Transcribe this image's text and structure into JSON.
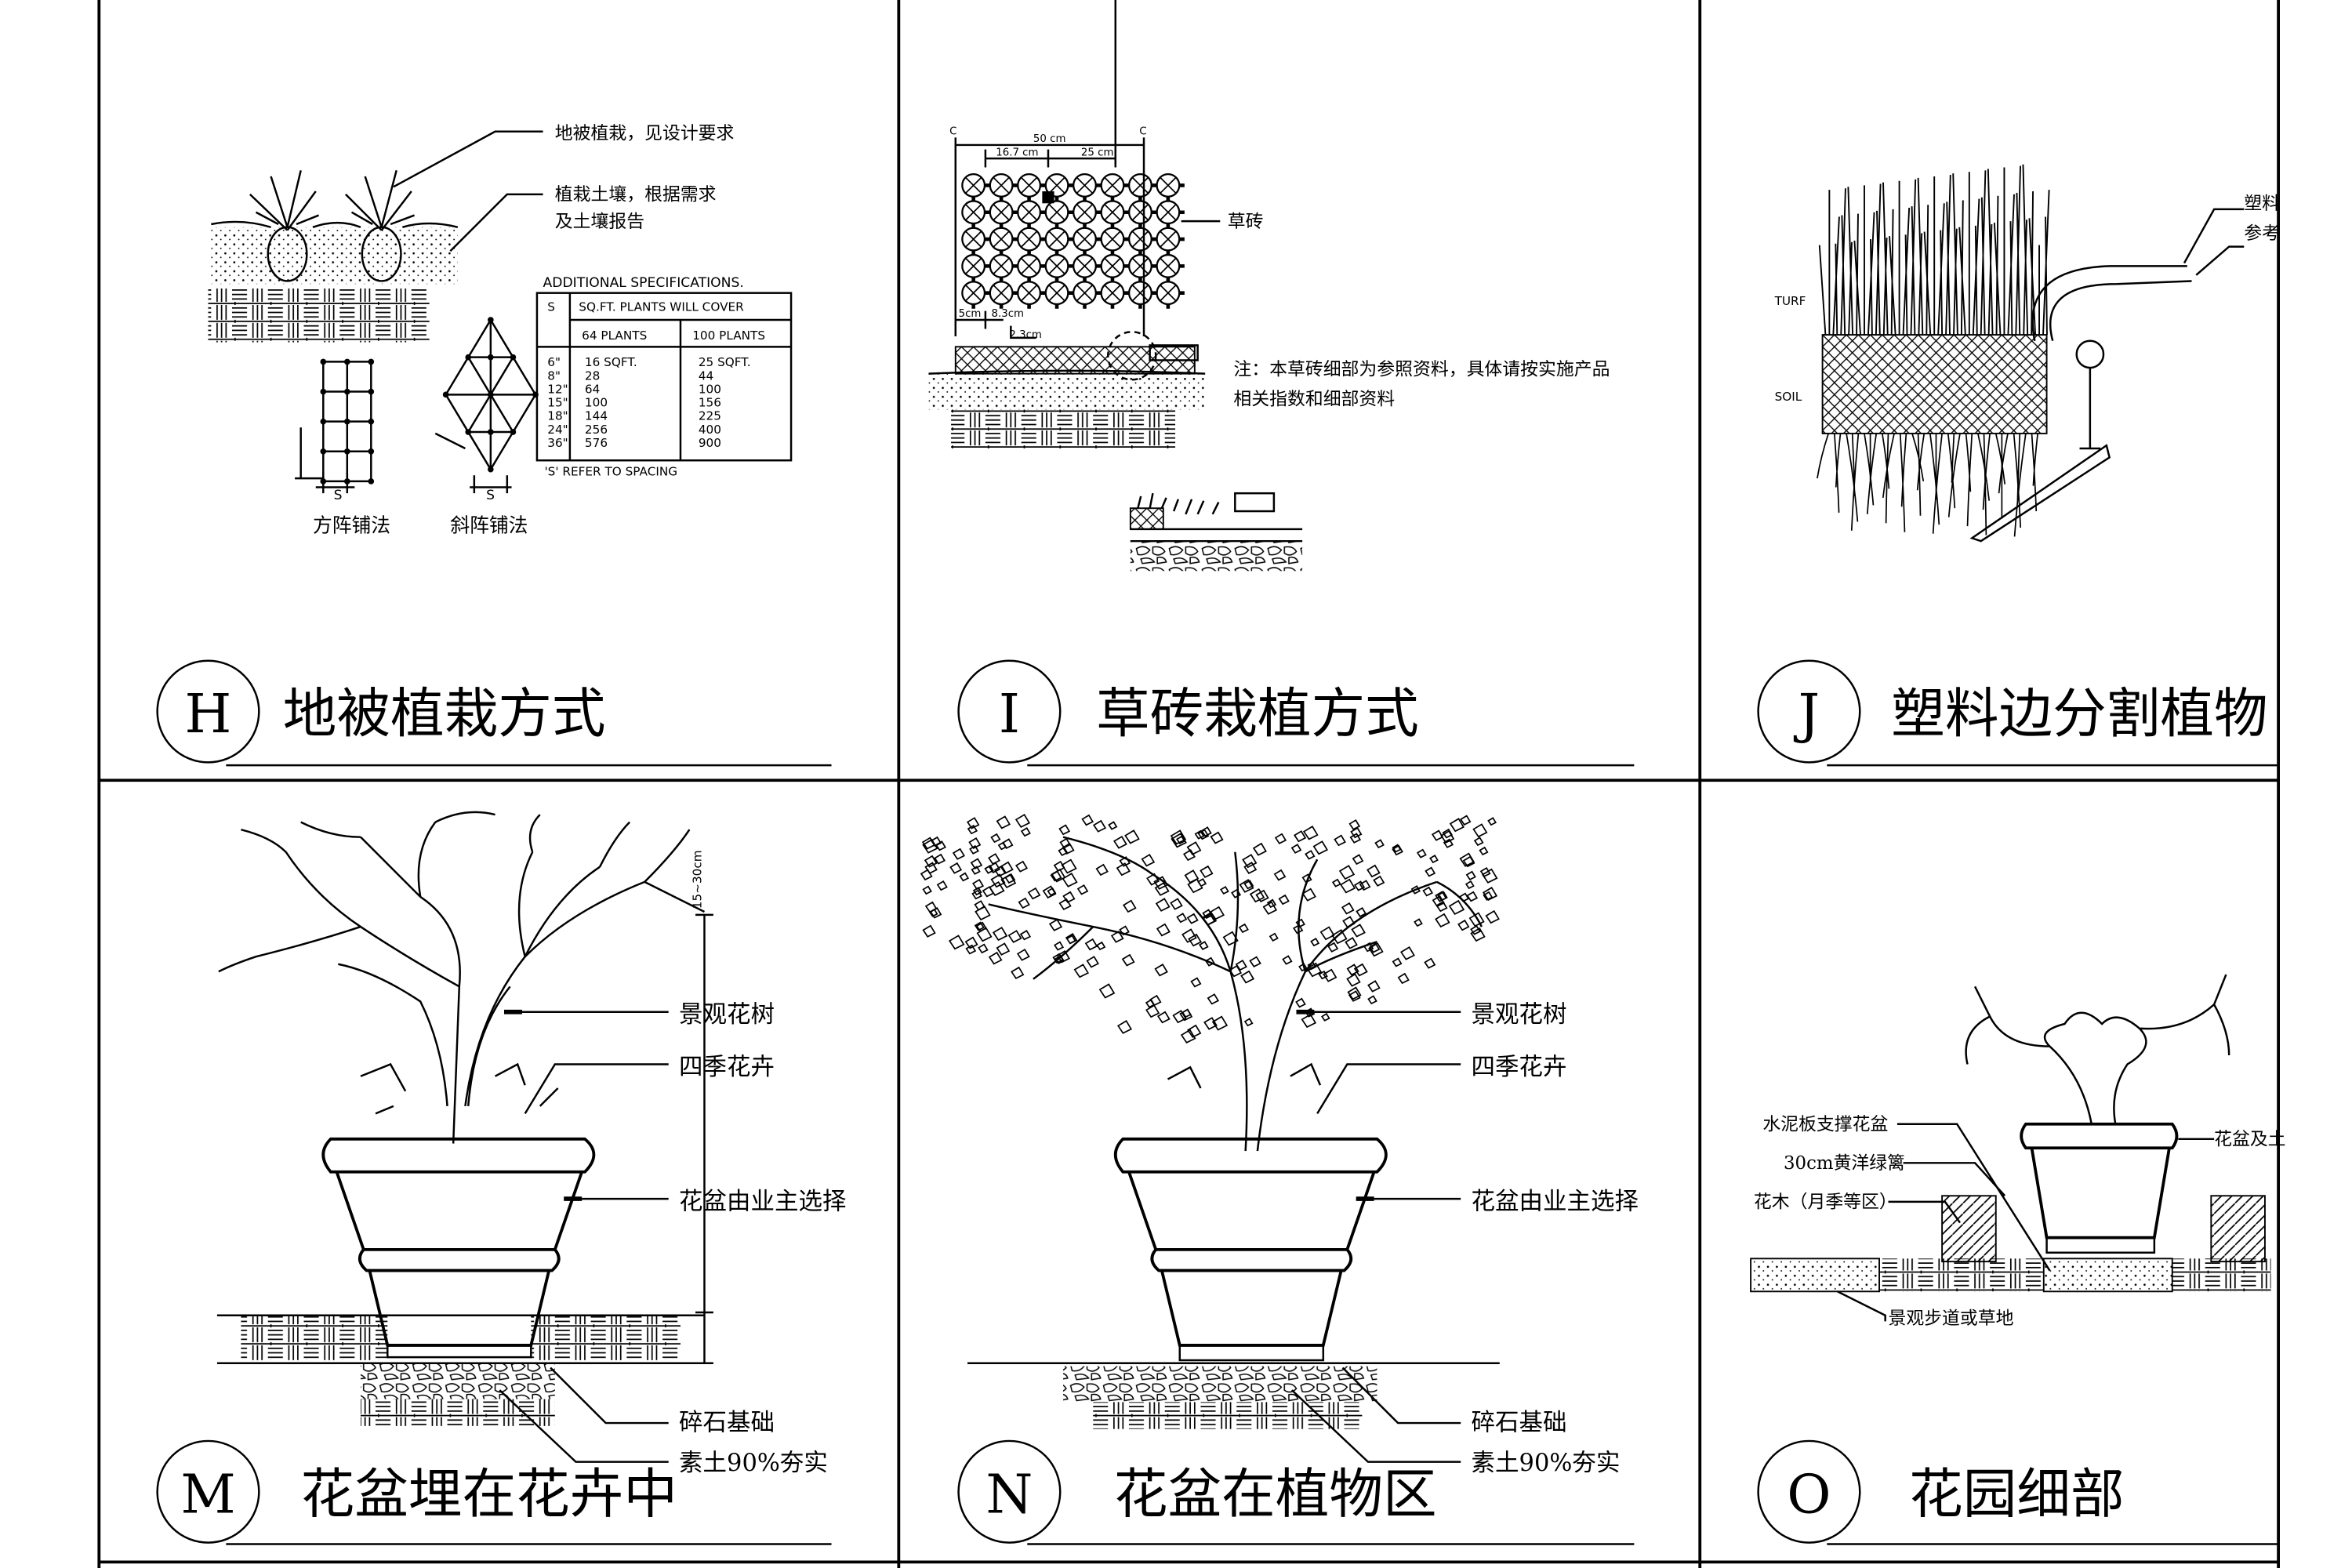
{
  "panels": [
    {
      "letter": "H",
      "title": "地被植栽方式"
    },
    {
      "letter": "I",
      "title": "草砖栽植方式"
    },
    {
      "letter": "J",
      "title": "塑料边分割植物"
    },
    {
      "letter": "M",
      "title": "花盆埋在花卉中"
    },
    {
      "letter": "N",
      "title": "花盆在植物区"
    },
    {
      "letter": "O",
      "title": "花园细部"
    }
  ],
  "H": {
    "callout_1": "地被植栽，见设计要求",
    "callout_2a": "植栽土壤，根据需求",
    "callout_2b": "及土壤报告",
    "spec_title": "ADDITIONAL SPECIFICATIONS.",
    "col_s": "S",
    "col_cover": "SQ.FT. PLANTS WILL COVER",
    "col_64": "64 PLANTS",
    "col_100": "100 PLANTS",
    "rows": [
      {
        "s": "6\"",
        "p64": "16 SQFT.",
        "p100": "25 SQFT."
      },
      {
        "s": "8\"",
        "p64": "28",
        "p100": "44"
      },
      {
        "s": "12\"",
        "p64": "64",
        "p100": "100"
      },
      {
        "s": "15\"",
        "p64": "100",
        "p100": "156"
      },
      {
        "s": "18\"",
        "p64": "144",
        "p100": "225"
      },
      {
        "s": "24\"",
        "p64": "256",
        "p100": "400"
      },
      {
        "s": "36\"",
        "p64": "576",
        "p100": "900"
      }
    ],
    "spacing_note": "'S' REFER TO SPACING",
    "s_mark": "S",
    "square_label": "方阵铺法",
    "diagonal_label": "斜阵铺法"
  },
  "I": {
    "dim_total": "50 cm",
    "dim_a": "16.7 cm",
    "dim_b": "25 cm",
    "dim_c": "5cm",
    "dim_d": "8.3cm",
    "dim_e": "2.3cm",
    "axis_c": "C",
    "brick_label": "草砖",
    "note_1": "注：本草砖细部为参照资料，具体请按实施产品",
    "note_2": "相关指数和细部资料"
  },
  "J": {
    "turf": "TURF",
    "soil": "SOIL",
    "plastic_1": "塑料",
    "plastic_2": "参考"
  },
  "M": {
    "height_dim": "15~30cm",
    "tree": "景观花树",
    "flowers": "四季花卉",
    "pot": "花盆由业主选择",
    "gravel": "碎石基础",
    "soil": "素土90%夯实"
  },
  "N": {
    "tree": "景观花树",
    "flowers": "四季花卉",
    "pot": "花盆由业主选择",
    "gravel": "碎石基础",
    "soil": "素土90%夯实"
  },
  "O": {
    "support": "水泥板支撑花盆",
    "hedge": "30cm黄洋绿篱",
    "flowers": "花木（月季等区）",
    "pot": "花盆及土",
    "path": "景观步道或草地"
  }
}
